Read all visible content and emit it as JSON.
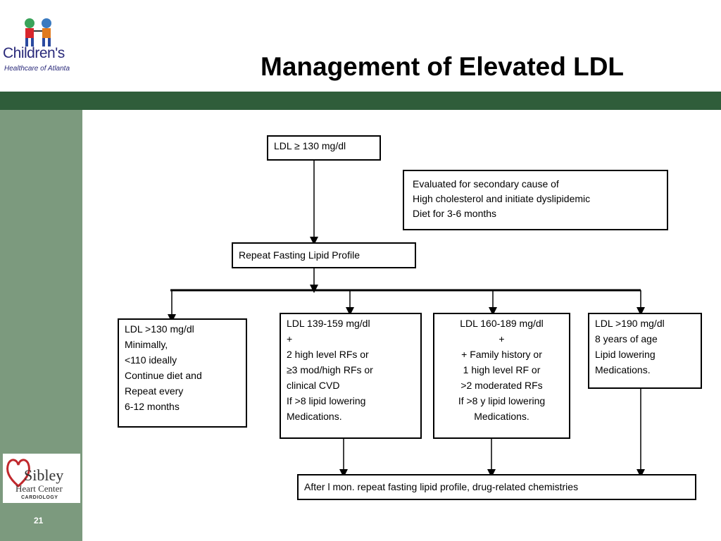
{
  "slide": {
    "title": "Management of Elevated LDL",
    "page_number": "21"
  },
  "logos": {
    "childrens_name": "Children's",
    "childrens_sub": "Healthcare of Atlanta",
    "sibley_name": "Sibley",
    "sibley_heart_center": "Heart Center",
    "sibley_cardiology": "CARDIOLOGY"
  },
  "flow": {
    "start": "LDL ≥ 130 mg/dl",
    "note": [
      "Evaluated for secondary cause of",
      "High cholesterol and initiate dyslipidemic",
      "Diet for 3-6 months"
    ],
    "repeat": "Repeat Fasting Lipid Profile",
    "branch1": [
      "LDL >130 mg/dl",
      "Minimally,",
      "<110  ideally",
      "Continue diet and",
      "Repeat every",
      "6-12 months"
    ],
    "branch2": [
      "LDL 139-159 mg/dl",
      "+",
      "2 high level RFs or",
      "≥3 mod/high RFs or",
      "clinical CVD",
      "If >8 lipid lowering",
      "Medications."
    ],
    "branch3": [
      "LDL 160-189 mg/dl",
      "+",
      "+ Family history or",
      "1 high level RF or",
      ">2 moderated RFs",
      "If >8 y lipid lowering",
      "Medications."
    ],
    "branch4": [
      "LDL >190 mg/dl",
      "8 years of age",
      "Lipid lowering",
      "Medications."
    ],
    "final": "After l mon. repeat fasting lipid profile, drug-related chemistries"
  }
}
